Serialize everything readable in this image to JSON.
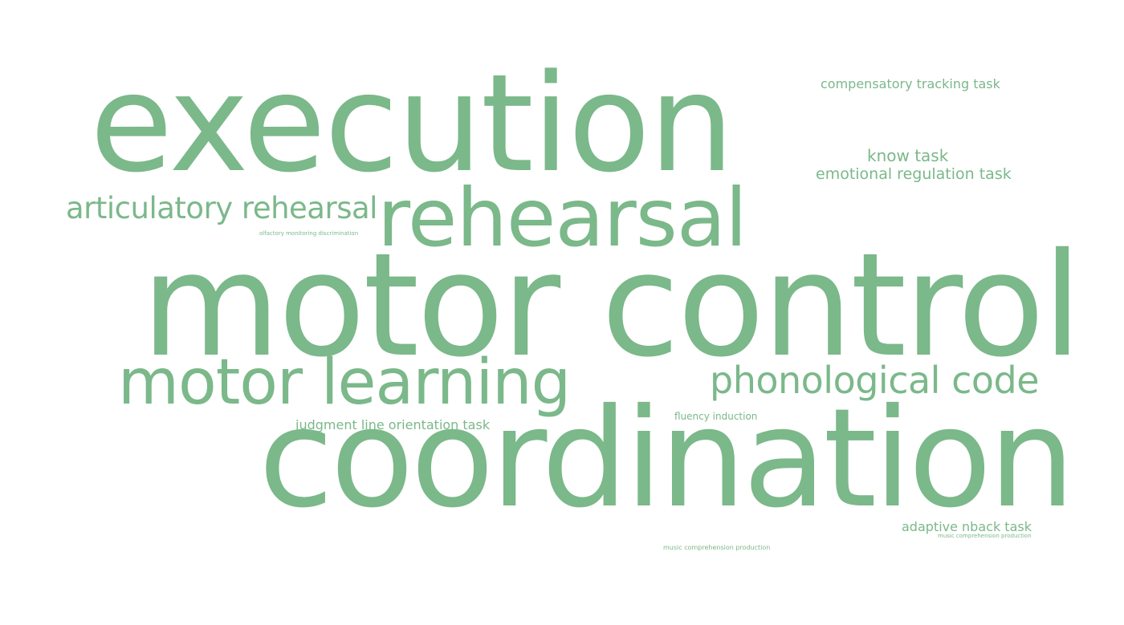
{
  "colors": {
    "background": "#ffffff",
    "word": "#7bb88a"
  },
  "words": {
    "execution": "execution",
    "motor_control": "motor control",
    "coordination": "coordination",
    "rehearsal": "rehearsal",
    "motor_learning": "motor learning",
    "phonological_code": "phonological code",
    "articulatory_rehearsal": "articulatory rehearsal",
    "compensatory_tracking_task": "compensatory tracking task",
    "know_task": "know task",
    "emotional_regulation_task": "emotional regulation task",
    "judgment_line_orientation_task": "judgment line orientation task",
    "fluency_induction": "fluency induction",
    "adaptive_nback_task": "adaptive nback task",
    "olfactory_monitoring_discrimination": "olfactory monitoring discrimination",
    "music_comprehension_production_1": "music comprehension production",
    "music_comprehension_production_2": "music comprehension production"
  }
}
